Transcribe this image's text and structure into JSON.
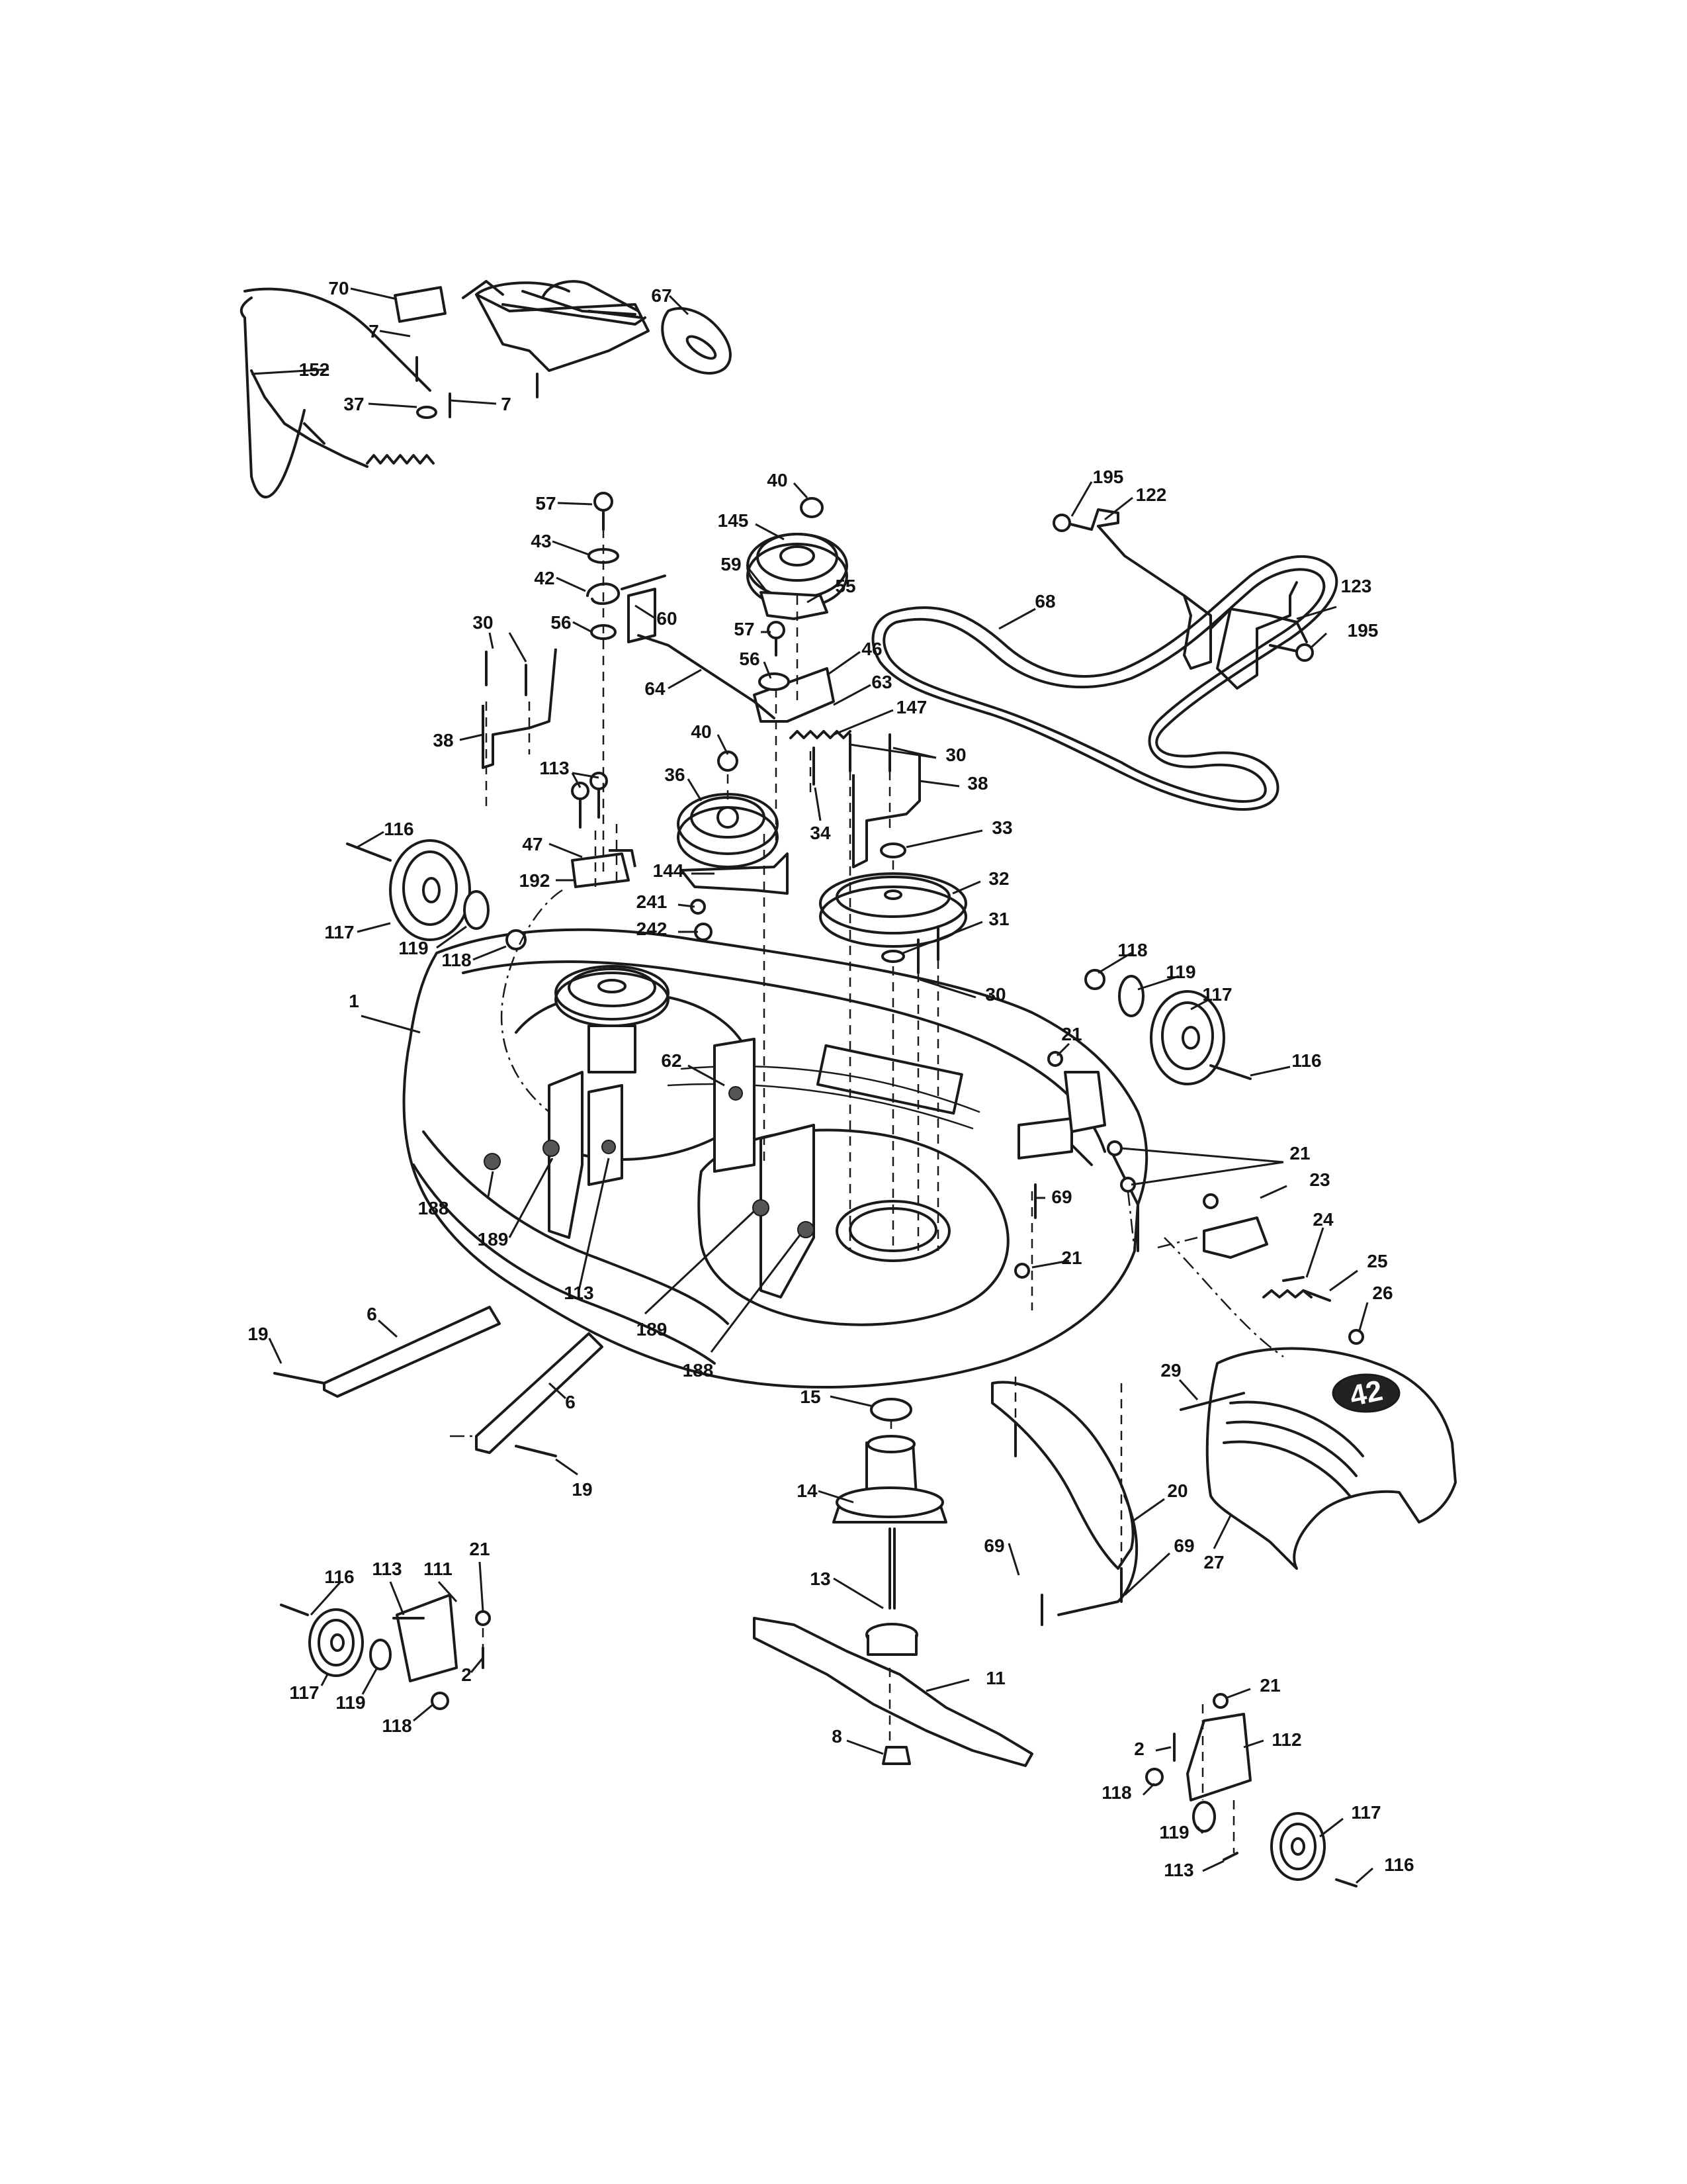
{
  "diagram": {
    "deck_badge": "42",
    "callouts": {
      "c70": "70",
      "c67": "67",
      "c7a": "7",
      "c152": "152",
      "c37": "37",
      "c7b": "7",
      "c57a": "57",
      "c43": "43",
      "c42": "42",
      "c56a": "56",
      "c60": "60",
      "c30a": "30",
      "c64": "64",
      "c38a": "38",
      "c113a": "113",
      "c116a": "116",
      "c47": "47",
      "c192": "192",
      "c117a": "117",
      "c119a": "119",
      "c118a": "118",
      "c40a": "40",
      "c145": "145",
      "c59": "59",
      "c55": "55",
      "c57b": "57",
      "c46": "46",
      "c56b": "56",
      "c63": "63",
      "c147": "147",
      "c40b": "40",
      "c30b": "30",
      "c38b": "38",
      "c36": "36",
      "c34": "34",
      "c33": "33",
      "c144": "144",
      "c32": "32",
      "c241": "241",
      "c242": "242",
      "c31": "31",
      "c30c": "30",
      "c195a": "195",
      "c122": "122",
      "c68": "68",
      "c123": "123",
      "c195b": "195",
      "c118b": "118",
      "c119b": "119",
      "c117b": "117",
      "c116b": "116",
      "c21a": "21",
      "c1": "1",
      "c62": "62",
      "c21b": "21",
      "c23": "23",
      "c69a": "69",
      "c24": "24",
      "c25": "25",
      "c21c": "21",
      "c26": "26",
      "c188a": "188",
      "c189a": "189",
      "c113b": "113",
      "c189b": "189",
      "c188b": "188",
      "c6a": "6",
      "c19a": "19",
      "c6b": "6",
      "c19b": "19",
      "c29": "29",
      "c15": "15",
      "c14": "14",
      "c20": "20",
      "c27": "27",
      "c69b": "69",
      "c69c": "69",
      "c13": "13",
      "c11": "11",
      "c8": "8",
      "c116c": "116",
      "c113c": "113",
      "c111": "111",
      "c21d": "21",
      "c2a": "2",
      "c117c": "117",
      "c119c": "119",
      "c118c": "118",
      "c21e": "21",
      "c2b": "2",
      "c112": "112",
      "c118d": "118",
      "c119d": "119",
      "c117d": "117",
      "c113d": "113",
      "c116d": "116"
    }
  }
}
